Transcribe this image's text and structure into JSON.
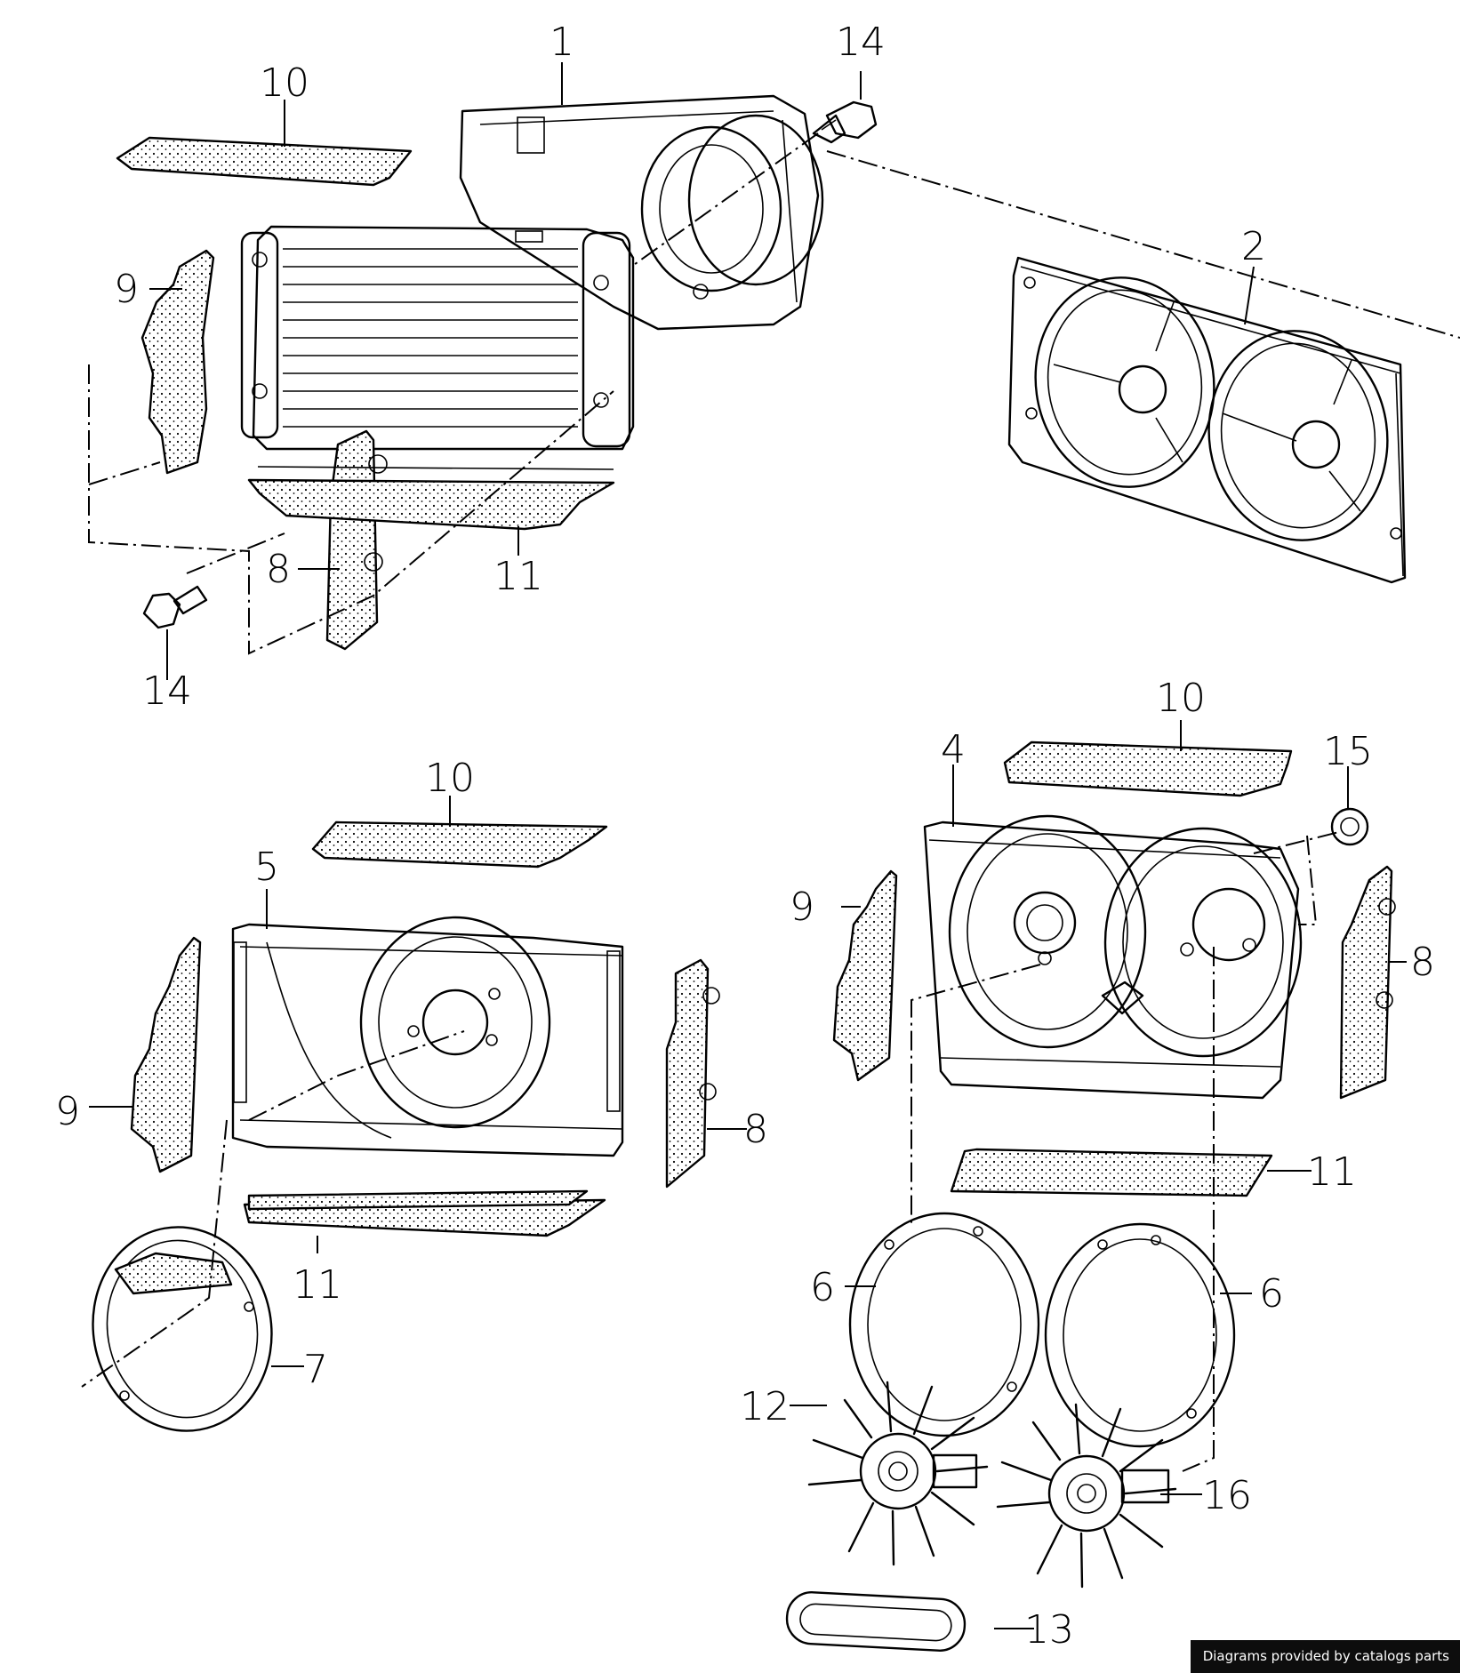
{
  "diagram": {
    "labels": [
      "1",
      "2",
      "14",
      "14",
      "10",
      "9",
      "8",
      "11",
      "10",
      "5",
      "9",
      "8",
      "11",
      "7",
      "10",
      "4",
      "15",
      "9",
      "8",
      "11",
      "6",
      "6",
      "12",
      "16",
      "13"
    ]
  },
  "footer": {
    "credit": "Diagrams provided by catalogs parts"
  }
}
